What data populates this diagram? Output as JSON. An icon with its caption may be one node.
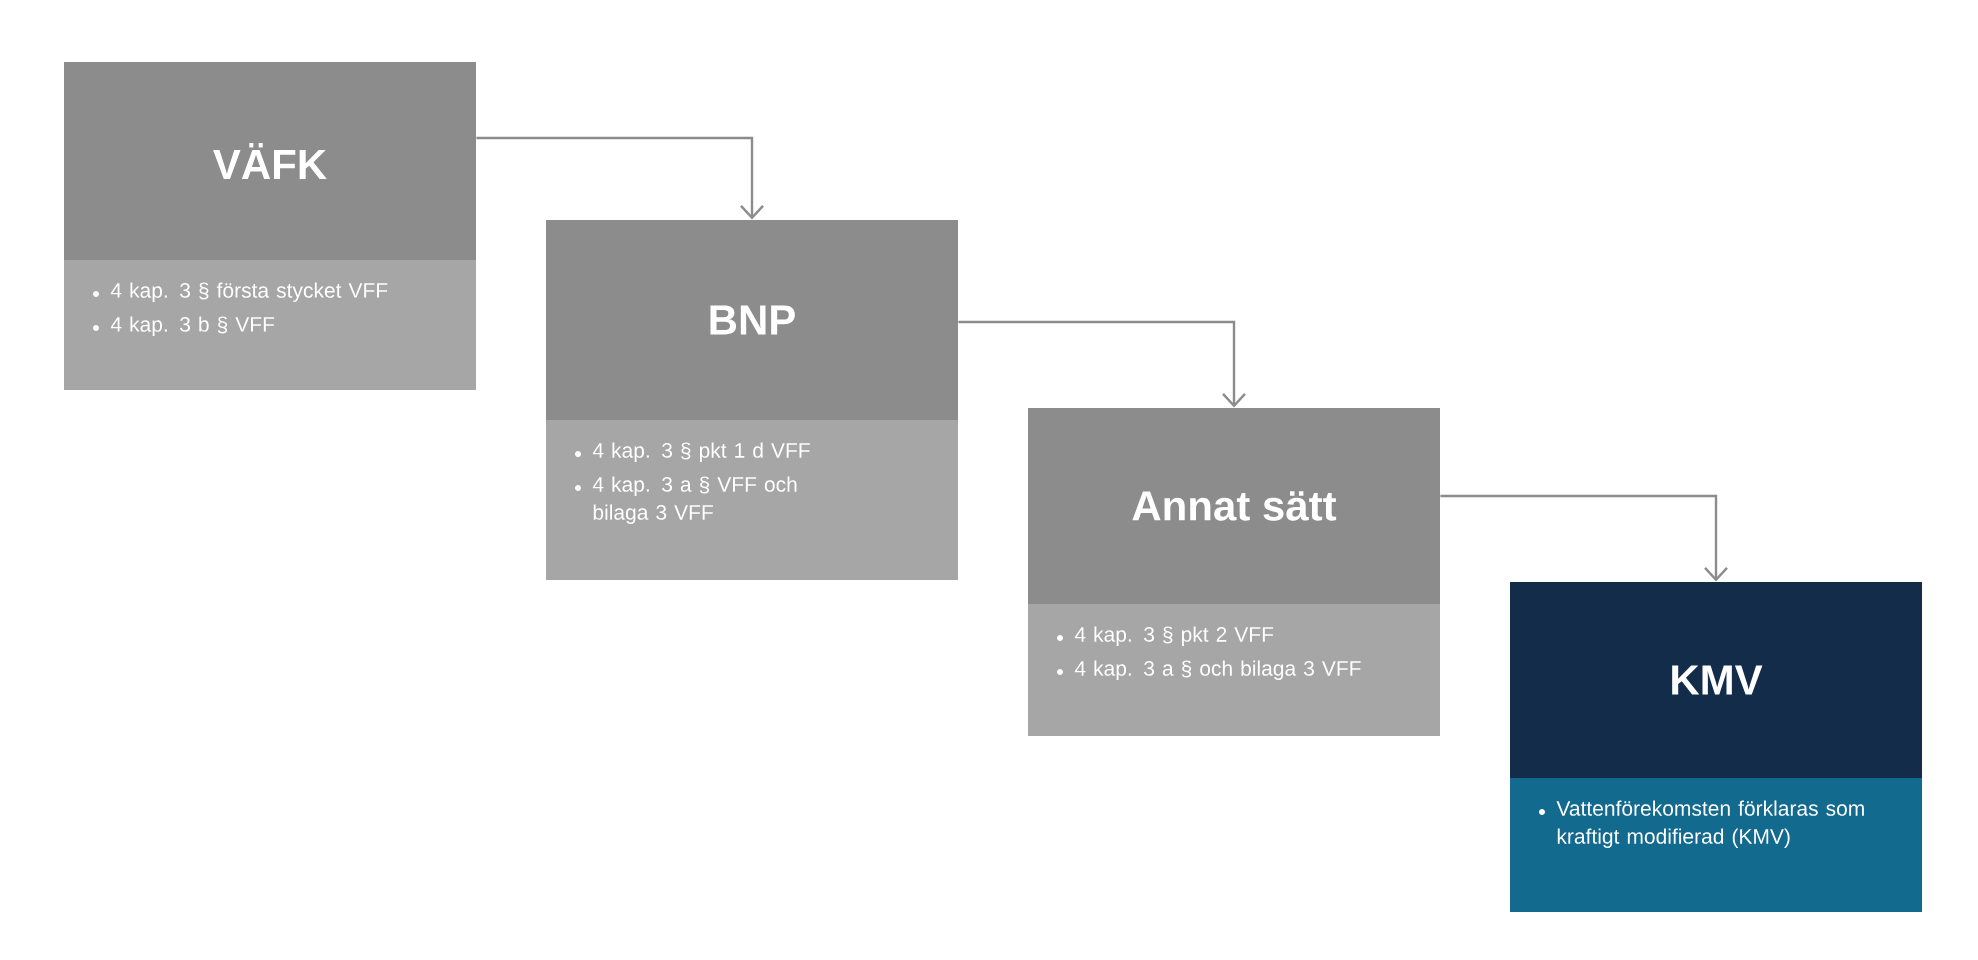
{
  "diagram": {
    "nodes": [
      {
        "text": [
          "VÄFK",
          "4 kap. 3 § första stycket VFF",
          "4 kap. 3 b § VFF"
        ]
      },
      {
        "text": [
          "BNP",
          "4 kap. 3 § pkt 1 d VFF",
          "4 kap. 3 a § VFF och bilaga 3 VFF"
        ]
      },
      {
        "text": [
          "Annat sätt",
          "4 kap. 3 § pkt 2 VFF",
          "4 kap. 3 a § och bilaga 3 VFF"
        ]
      },
      {
        "text": [
          "KMV",
          "Vattenförekomsten förklaras som kraftigt modifierad (KMV)"
        ]
      }
    ],
    "edges": [
      {
        "from": 0,
        "to": 1,
        "arrow": "to"
      },
      {
        "from": 1,
        "to": 2,
        "arrow": "to"
      },
      {
        "from": 2,
        "to": 3,
        "arrow": "to"
      }
    ]
  }
}
